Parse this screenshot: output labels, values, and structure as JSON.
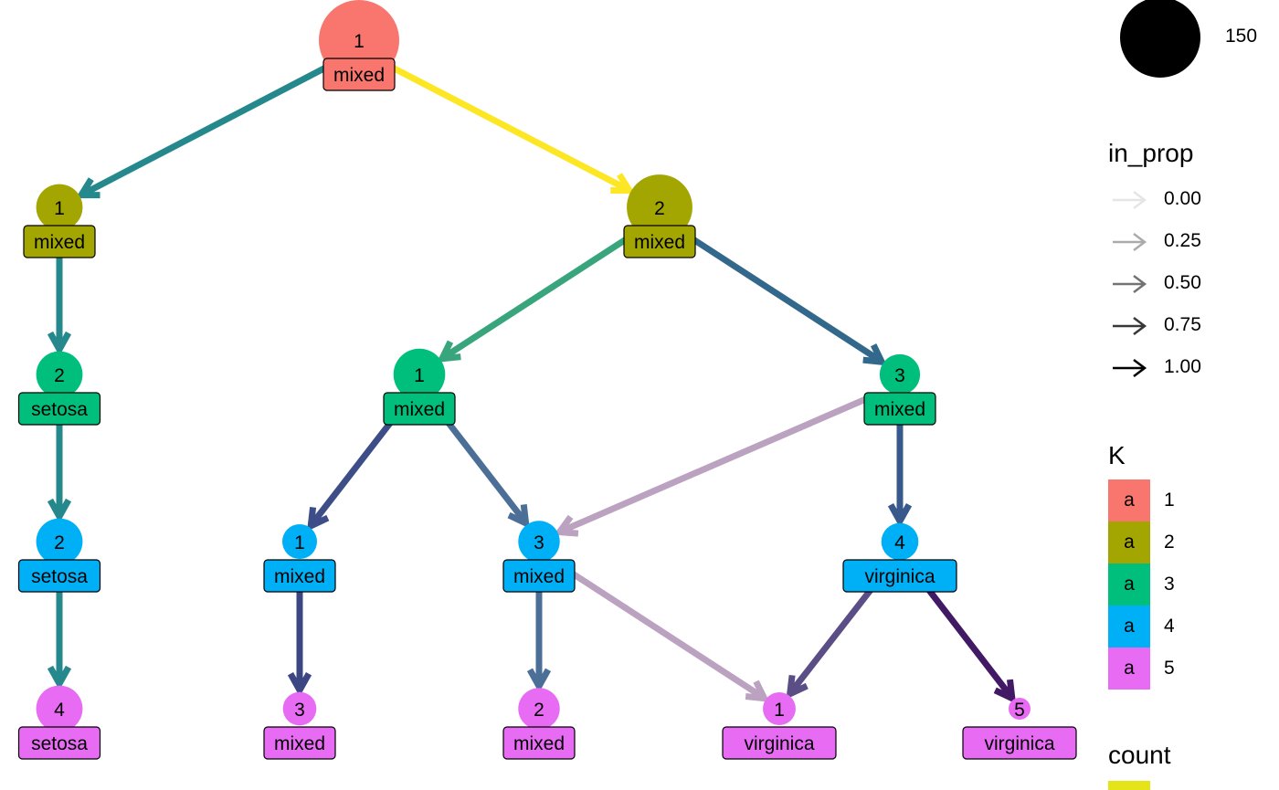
{
  "diagram": {
    "nodes": [
      {
        "id": "K1C1",
        "k": 1,
        "cluster": "1",
        "label": "mixed",
        "size": 150
      },
      {
        "id": "K2C1",
        "k": 2,
        "cluster": "1",
        "label": "mixed",
        "size": 50
      },
      {
        "id": "K2C2",
        "k": 2,
        "cluster": "2",
        "label": "mixed",
        "size": 100
      },
      {
        "id": "K3C2",
        "k": 3,
        "cluster": "2",
        "label": "setosa",
        "size": 50
      },
      {
        "id": "K3C1",
        "k": 3,
        "cluster": "1",
        "label": "mixed",
        "size": 62
      },
      {
        "id": "K3C3",
        "k": 3,
        "cluster": "3",
        "label": "mixed",
        "size": 38
      },
      {
        "id": "K4C2",
        "k": 4,
        "cluster": "2",
        "label": "setosa",
        "size": 50
      },
      {
        "id": "K4C1",
        "k": 4,
        "cluster": "1",
        "label": "mixed",
        "size": 28
      },
      {
        "id": "K4C3",
        "k": 4,
        "cluster": "3",
        "label": "mixed",
        "size": 40
      },
      {
        "id": "K4C4",
        "k": 4,
        "cluster": "4",
        "label": "virginica",
        "size": 32
      },
      {
        "id": "K5C4",
        "k": 5,
        "cluster": "4",
        "label": "setosa",
        "size": 50
      },
      {
        "id": "K5C3",
        "k": 5,
        "cluster": "3",
        "label": "mixed",
        "size": 26
      },
      {
        "id": "K5C2",
        "k": 5,
        "cluster": "2",
        "label": "mixed",
        "size": 40
      },
      {
        "id": "K5C1",
        "k": 5,
        "cluster": "1",
        "label": "virginica",
        "size": 25
      },
      {
        "id": "K5C5",
        "k": 5,
        "cluster": "5",
        "label": "virginica",
        "size": 8
      }
    ],
    "edges": [
      {
        "from": "K1C1",
        "to": "K2C1",
        "count": 50,
        "in_prop": 1.0
      },
      {
        "from": "K1C1",
        "to": "K2C2",
        "count": 100,
        "in_prop": 1.0
      },
      {
        "from": "K2C1",
        "to": "K3C2",
        "count": 50,
        "in_prop": 1.0
      },
      {
        "from": "K2C2",
        "to": "K3C1",
        "count": 62,
        "in_prop": 1.0
      },
      {
        "from": "K2C2",
        "to": "K3C3",
        "count": 38,
        "in_prop": 1.0
      },
      {
        "from": "K3C2",
        "to": "K4C2",
        "count": 50,
        "in_prop": 1.0
      },
      {
        "from": "K3C1",
        "to": "K4C1",
        "count": 28,
        "in_prop": 1.0
      },
      {
        "from": "K3C1",
        "to": "K4C3",
        "count": 34,
        "in_prop": 0.85
      },
      {
        "from": "K3C3",
        "to": "K4C3",
        "count": 6,
        "in_prop": 0.15
      },
      {
        "from": "K3C3",
        "to": "K4C4",
        "count": 32,
        "in_prop": 1.0
      },
      {
        "from": "K4C2",
        "to": "K5C4",
        "count": 50,
        "in_prop": 1.0
      },
      {
        "from": "K4C1",
        "to": "K5C3",
        "count": 26,
        "in_prop": 1.0
      },
      {
        "from": "K4C3",
        "to": "K5C2",
        "count": 34,
        "in_prop": 0.85
      },
      {
        "from": "K4C3",
        "to": "K5C1",
        "count": 6,
        "in_prop": 0.15
      },
      {
        "from": "K4C4",
        "to": "K5C1",
        "count": 19,
        "in_prop": 0.8
      },
      {
        "from": "K4C4",
        "to": "K5C5",
        "count": 13,
        "in_prop": 1.0
      }
    ]
  },
  "colors": {
    "K": [
      "#F8766D",
      "#A3A500",
      "#00BF7D",
      "#00B0F6",
      "#E76BF3"
    ],
    "count_scale": [
      "#440154",
      "#3B528B",
      "#21908C",
      "#5DC863",
      "#FDE725"
    ]
  },
  "legend": {
    "size": {
      "value": "150"
    },
    "in_prop": {
      "title": "in_prop",
      "items": [
        "0.00",
        "0.25",
        "0.50",
        "0.75",
        "1.00"
      ]
    },
    "K": {
      "title": "K",
      "swatch_letter": "a",
      "items": [
        "1",
        "2",
        "3",
        "4",
        "5"
      ]
    },
    "count": {
      "title": "count"
    }
  }
}
